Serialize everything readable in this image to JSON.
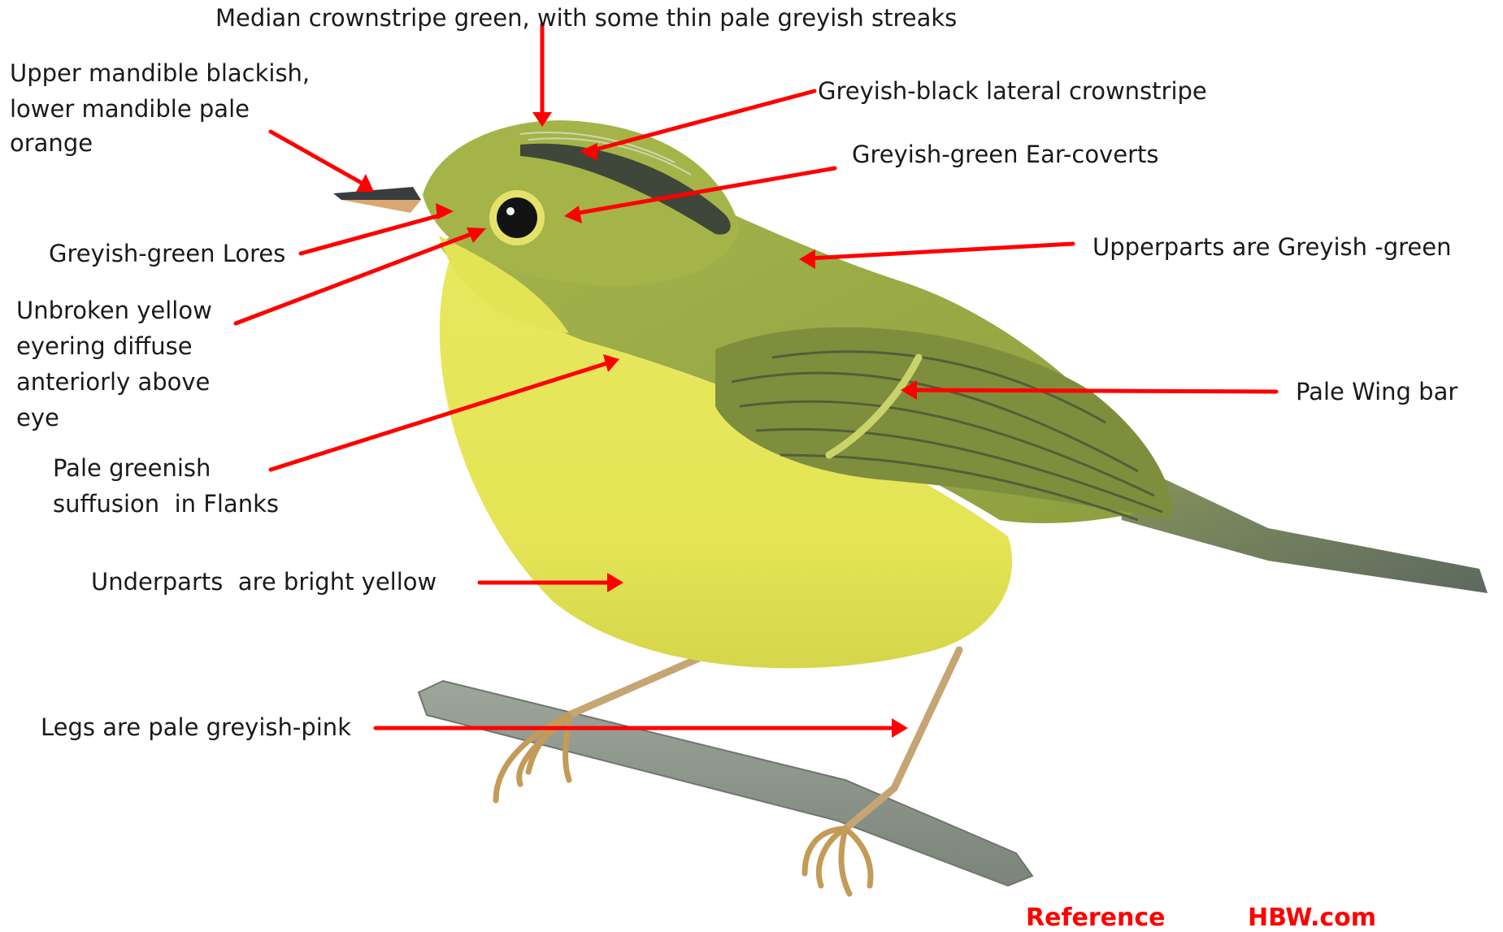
{
  "annotations": {
    "median_crownstripe": "Median crownstripe green, with some thin pale greyish streaks",
    "mandible": [
      "Upper mandible blackish,",
      "lower mandible pale",
      "orange"
    ],
    "lateral_crownstripe": "Greyish-black lateral crownstripe",
    "ear_coverts": "Greyish-green Ear-coverts",
    "lores": "Greyish-green Lores",
    "upperparts": "Upperparts are Greyish -green",
    "eyering": [
      "Unbroken yellow",
      "eyering diffuse",
      "anteriorly above",
      "eye"
    ],
    "wing_bar": "Pale Wing bar",
    "flanks": [
      "Pale greenish",
      "suffusion  in Flanks"
    ],
    "underparts": "Underparts  are bright yellow",
    "legs": "Legs are pale greyish-pink"
  },
  "reference": {
    "left": "Reference",
    "right": "HBW.com"
  },
  "colors": {
    "arrow": "#ff0000",
    "plumage_upper": "#a3b24a",
    "plumage_under": "#e6e65a",
    "crown_stripe": "#3f463a",
    "branch": "#8d968c",
    "legs": "#c5a574"
  }
}
